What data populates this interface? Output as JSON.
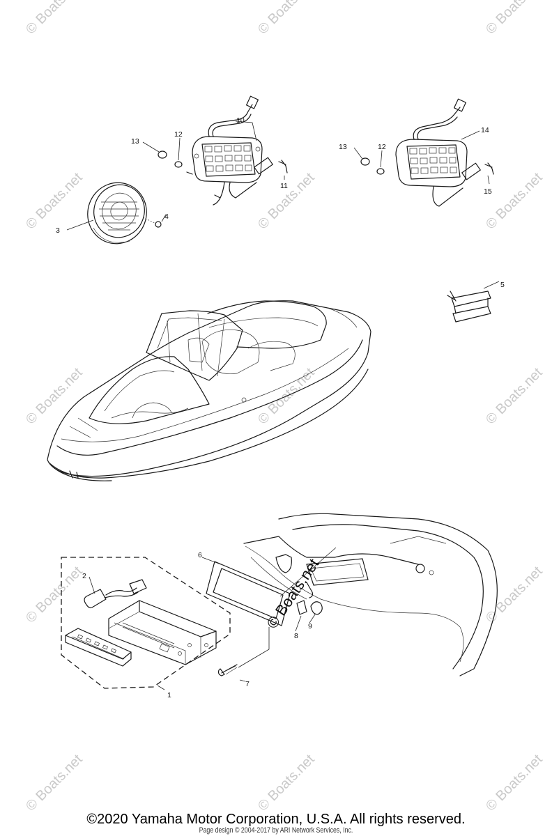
{
  "watermark": "© Boats.net",
  "callouts": {
    "n1": "1",
    "n2": "2",
    "n3": "3",
    "n4": "4",
    "n5": "5",
    "n6": "6",
    "n7": "7",
    "n8": "8",
    "n9": "9",
    "n10": "10",
    "n11": "11",
    "n12a": "12",
    "n12b": "12",
    "n13a": "13",
    "n13b": "13",
    "n14": "14",
    "n15": "15"
  },
  "footer": {
    "copyright": "©2020 Yamaha Motor Corporation, U.S.A. All rights reserved.",
    "page_design": "Page design © 2004-2017 by ARI Network Services, Inc."
  }
}
